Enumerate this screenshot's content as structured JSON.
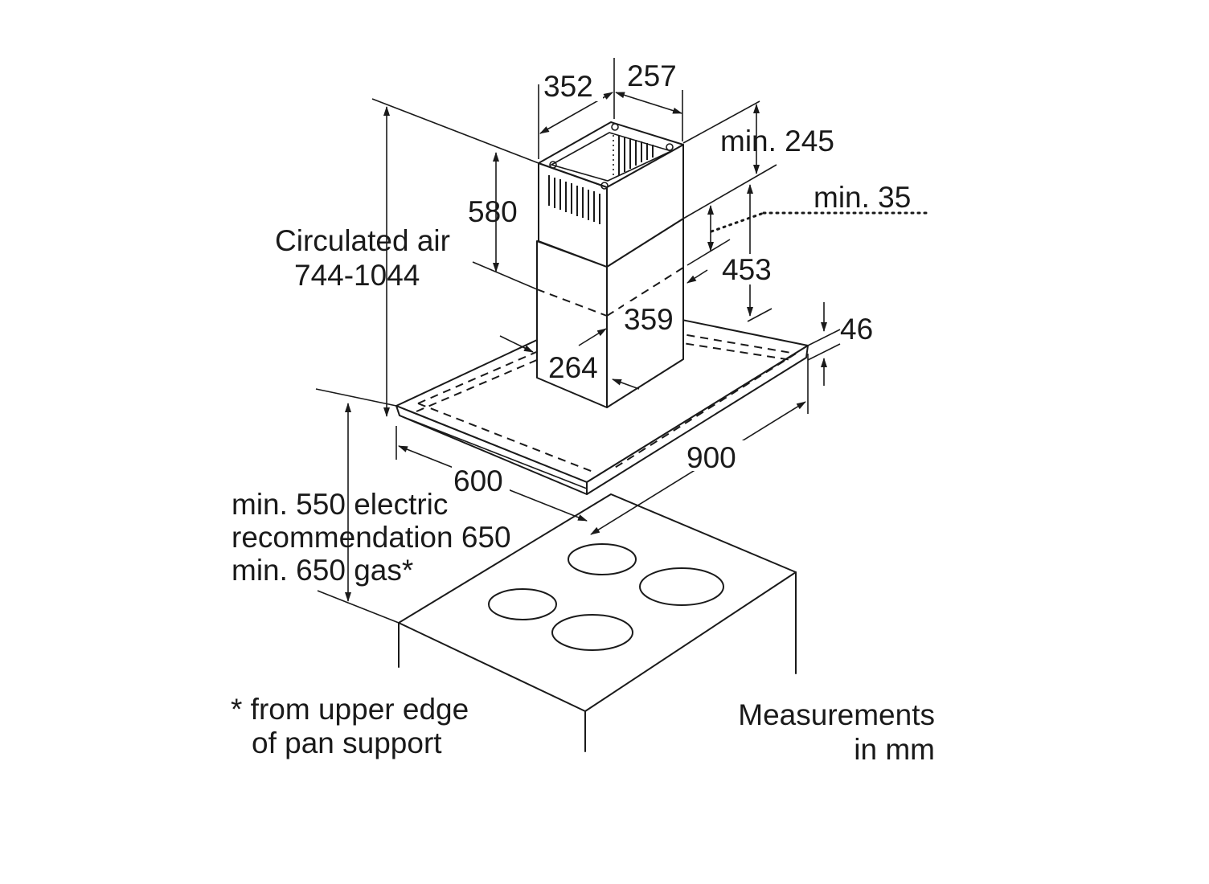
{
  "labels": {
    "dim_352": "352",
    "dim_257": "257",
    "dim_min245": "min. 245",
    "dim_min35": "min. 35",
    "dim_580": "580",
    "circulated_air_1": "Circulated air",
    "circulated_air_2": "744-1044",
    "dim_453": "453",
    "dim_359": "359",
    "dim_46": "46",
    "dim_264": "264",
    "dim_900": "900",
    "dim_600": "600",
    "clearance_1": "min. 550 electric",
    "clearance_2": "recommendation 650",
    "clearance_3": "min. 650 gas*",
    "footnote_1": "* from upper edge",
    "footnote_2": "of pan support",
    "units_1": "Measurements",
    "units_2": "in mm"
  }
}
